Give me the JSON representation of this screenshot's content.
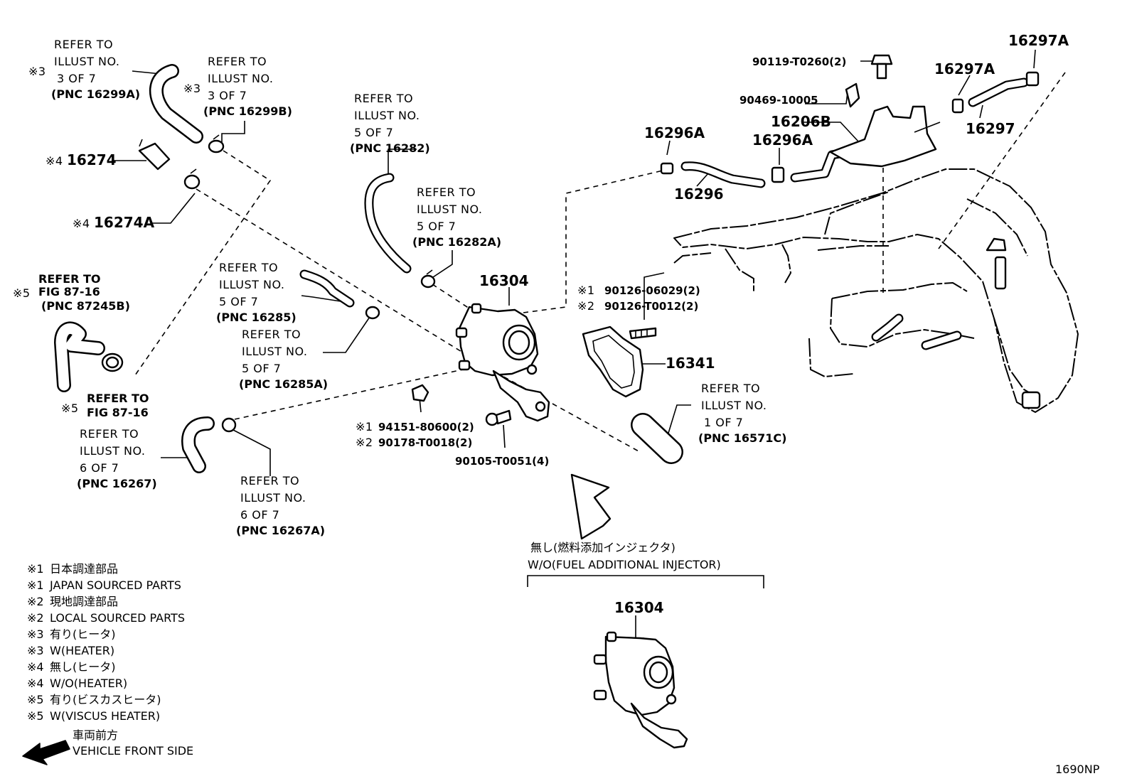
{
  "refs": {
    "r1": {
      "l1": "REFER TO",
      "l2": "ILLUST NO.",
      "l3": "3 OF 7",
      "l4": "(PNC 16299A)",
      "mark": "※3"
    },
    "r2": {
      "l1": "REFER TO",
      "l2": "ILLUST NO.",
      "l3": "3 OF 7",
      "l4": "(PNC 16299B)",
      "mark": "※3"
    },
    "r3": {
      "l1": "REFER TO",
      "l2": "ILLUST NO.",
      "l3": "5 OF 7",
      "l4": "(PNC 16282)"
    },
    "r4": {
      "l1": "REFER TO",
      "l2": "ILLUST NO.",
      "l3": "5 OF 7",
      "l4": "(PNC 16282A)"
    },
    "r5": {
      "l1": "REFER TO",
      "l2": "ILLUST NO.",
      "l3": "5 OF 7",
      "l4": "(PNC 16285)"
    },
    "r6": {
      "l1": "REFER TO",
      "l2": "ILLUST NO.",
      "l3": "5 OF 7",
      "l4": "(PNC 16285A)"
    },
    "r7": {
      "l1": "REFER TO",
      "l2": "FIG 87-16",
      "l3": "(PNC 87245B)",
      "mark": "※5"
    },
    "r8": {
      "l1": "REFER TO",
      "l2": "FIG 87-16",
      "mark": "※5"
    },
    "r9": {
      "l1": "REFER TO",
      "l2": "ILLUST NO.",
      "l3": "6 OF 7",
      "l4": "(PNC 16267)"
    },
    "r10": {
      "l1": "REFER TO",
      "l2": "ILLUST NO.",
      "l3": "6 OF 7",
      "l4": "(PNC 16267A)"
    },
    "r11": {
      "l1": "REFER TO",
      "l2": "ILLUST NO.",
      "l3": "1 OF 7",
      "l4": "(PNC 16571C)"
    }
  },
  "parts": {
    "p16274": {
      "mark": "※4",
      "num": "16274"
    },
    "p16274A": {
      "mark": "※4",
      "num": "16274A"
    },
    "p16304": "16304",
    "p16304b": "16304",
    "p16341": "16341",
    "p16296": "16296",
    "p16296A_1": "16296A",
    "p16296A_2": "16296A",
    "p16206B": "16206B",
    "p16297": "16297",
    "p16297A_1": "16297A",
    "p16297A_2": "16297A",
    "p90119": "90119-T0260(2)",
    "p90469": "90469-10005",
    "p90126a": {
      "mark": "※1",
      "num": "90126-06029(2)"
    },
    "p90126b": {
      "mark": "※2",
      "num": "90126-T0012(2)"
    },
    "p94151": {
      "mark": "※1",
      "num": "94151-80600(2)"
    },
    "p90178": {
      "mark": "※2",
      "num": "90178-T0018(2)"
    },
    "p90105": "90105-T0051(4)"
  },
  "variant": {
    "jp": "無し(燃料添加インジェクタ)",
    "en": "W/O(FUEL ADDITIONAL INJECTOR)"
  },
  "legend": [
    {
      "mark": "※1",
      "text": "日本調達部品"
    },
    {
      "mark": "※1",
      "text": "JAPAN SOURCED PARTS"
    },
    {
      "mark": "※2",
      "text": "現地調達部品"
    },
    {
      "mark": "※2",
      "text": "LOCAL SOURCED PARTS"
    },
    {
      "mark": "※3",
      "text": "有り(ヒータ)"
    },
    {
      "mark": "※3",
      "text": "W(HEATER)"
    },
    {
      "mark": "※4",
      "text": "無し(ヒータ)"
    },
    {
      "mark": "※4",
      "text": "W/O(HEATER)"
    },
    {
      "mark": "※5",
      "text": "有り(ビスカスヒータ)"
    },
    {
      "mark": "※5",
      "text": "W(VISCUS HEATER)"
    }
  ],
  "front": {
    "jp": "車両前方",
    "en": "VEHICLE FRONT SIDE"
  },
  "figure_id": "1690NP"
}
